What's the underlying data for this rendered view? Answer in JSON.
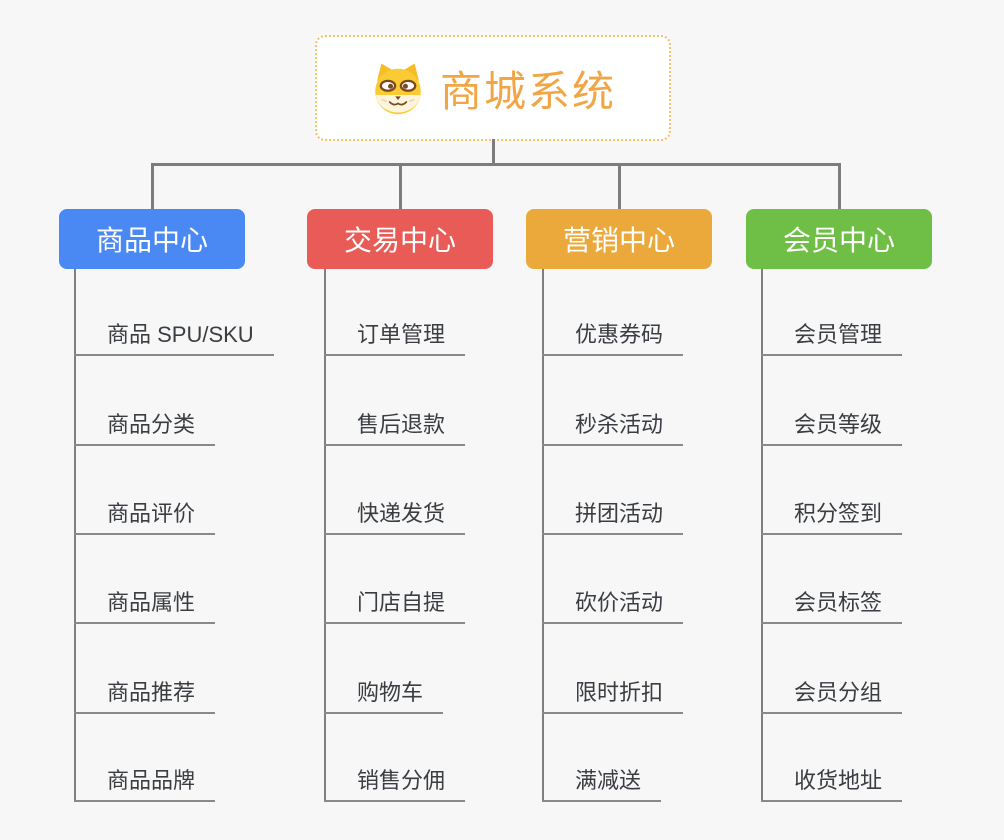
{
  "root": {
    "label": "商城系统",
    "icon": "shiba-dog-icon",
    "text_color": "#F0A644",
    "border_color": "#F2C06E"
  },
  "colors": {
    "background": "#F7F7F7",
    "connector": "#7D7D7D",
    "leaf_underline": "#898989",
    "leaf_text": "#3A3D42",
    "branch_text": "#FFFFFF"
  },
  "branches": [
    {
      "label": "商品中心",
      "color": "#4A89F3",
      "children": [
        "商品 SPU/SKU",
        "商品分类",
        "商品评价",
        "商品属性",
        "商品推荐",
        "商品品牌"
      ]
    },
    {
      "label": "交易中心",
      "color": "#E95B56",
      "children": [
        "订单管理",
        "售后退款",
        "快递发货",
        "门店自提",
        "购物车",
        "销售分佣"
      ]
    },
    {
      "label": "营销中心",
      "color": "#EBA93C",
      "children": [
        "优惠券码",
        "秒杀活动",
        "拼团活动",
        "砍价活动",
        "限时折扣",
        "满减送"
      ]
    },
    {
      "label": "会员中心",
      "color": "#6FBE46",
      "children": [
        "会员管理",
        "会员等级",
        "积分签到",
        "会员标签",
        "会员分组",
        "收货地址"
      ]
    }
  ]
}
